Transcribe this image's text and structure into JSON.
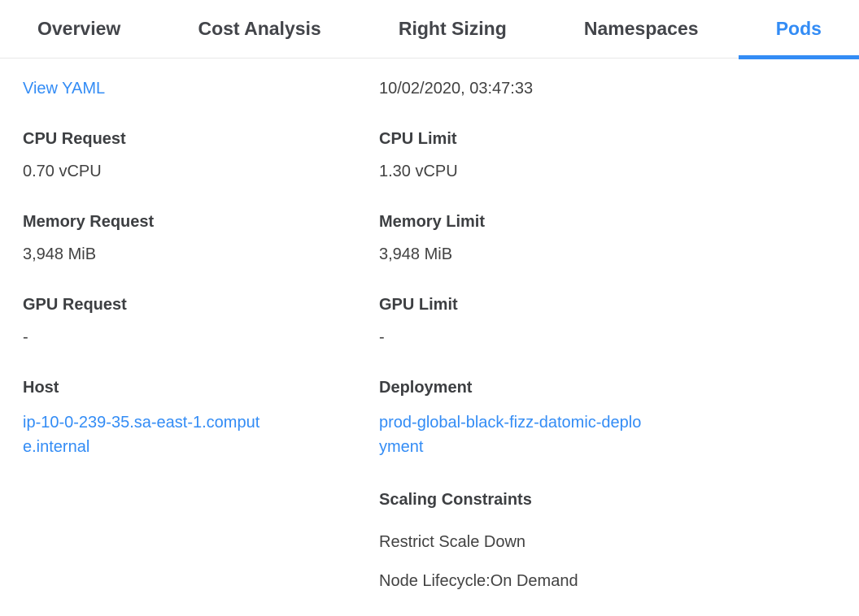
{
  "colors": {
    "accent_blue": "#338cf5",
    "tab_text": "#43454a",
    "label_text": "#3d3f42",
    "value_text": "#424242",
    "divider": "#e8e8e8"
  },
  "tab_bar": {
    "tabs": [
      {
        "label": "Overview",
        "active": false
      },
      {
        "label": "Cost Analysis",
        "active": false
      },
      {
        "label": "Right Sizing",
        "active": false
      },
      {
        "label": "Namespaces",
        "active": false
      },
      {
        "label": "Pods",
        "active": true
      }
    ]
  },
  "detail_panel": {
    "view_yaml_link": "View YAML",
    "timestamp": "10/02/2020, 03:47:33",
    "left_fields": [
      {
        "label": "CPU Request",
        "value": "0.70 vCPU"
      },
      {
        "label": "Memory Request",
        "value": "3,948 MiB"
      },
      {
        "label": "GPU Request",
        "value": "-"
      },
      {
        "label": "Host",
        "value": "ip-10-0-239-35.sa-east-1.compute.internal"
      }
    ],
    "right_fields": [
      {
        "label": "CPU Limit",
        "value": "1.30 vCPU"
      },
      {
        "label": "Memory Limit",
        "value": "3,948 MiB"
      },
      {
        "label": "GPU Limit",
        "value": "-"
      },
      {
        "label": "Deployment",
        "value": "prod-global-black-fizz-datomic-deployment"
      }
    ],
    "scaling_constraints": {
      "label": "Scaling Constraints",
      "items": [
        "Restrict Scale Down",
        "Node Lifecycle:On Demand"
      ]
    }
  }
}
